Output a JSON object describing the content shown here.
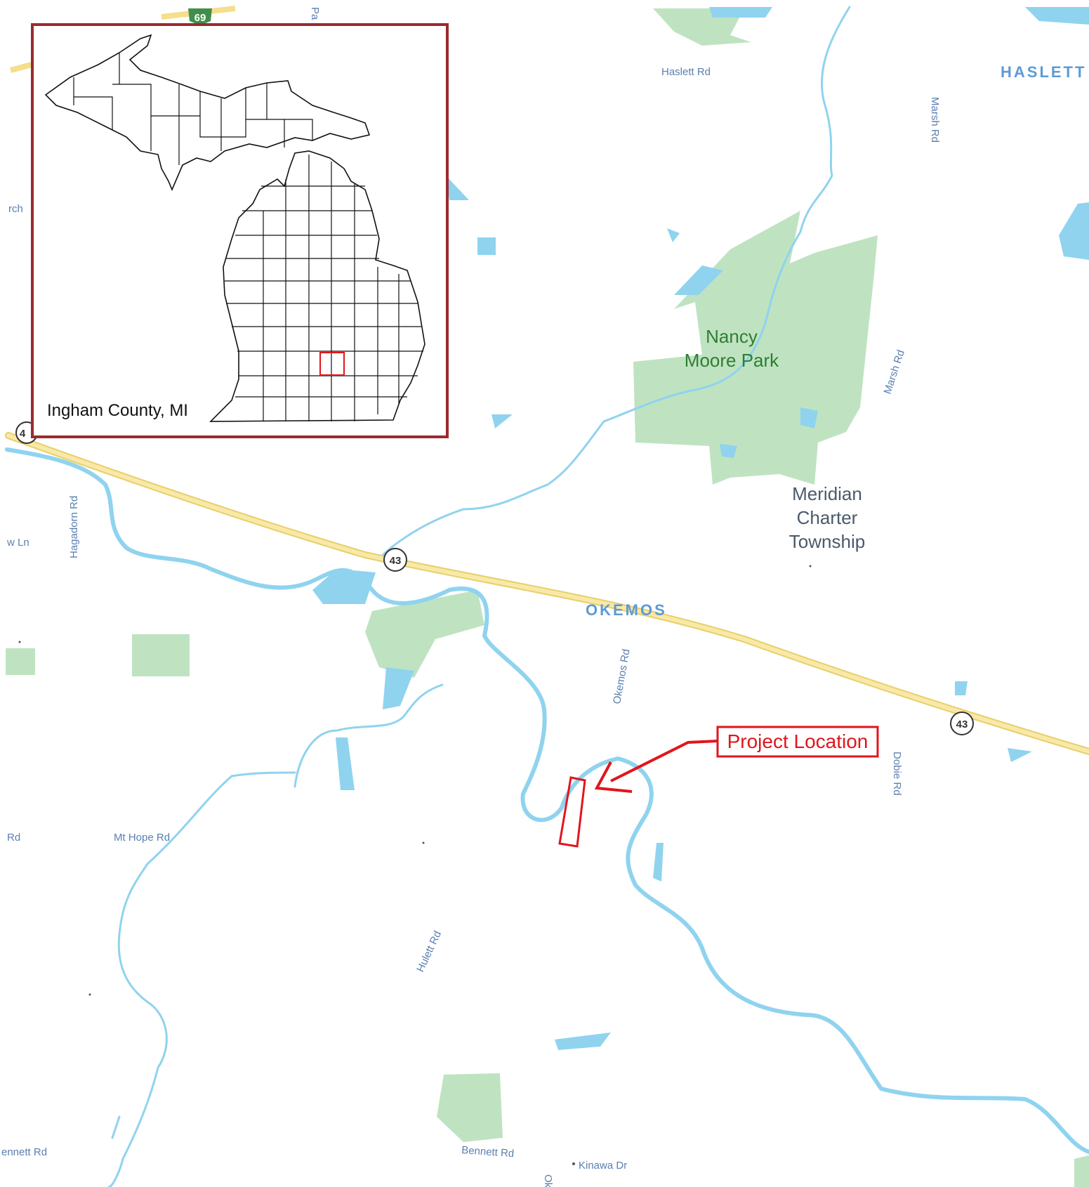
{
  "map": {
    "towns": {
      "haslett": "HASLETT",
      "okemos": "OKEMOS"
    },
    "park": {
      "line1": "Nancy",
      "line2": "Moore Park"
    },
    "township": {
      "line1": "Meridian",
      "line2": "Charter",
      "line3": "Township"
    },
    "roads": {
      "haslett_rd": "Haslett Rd",
      "marsh_rd_top": "Marsh Rd",
      "marsh_rd_mid": "Marsh Rd",
      "hagadorn_rd": "Hagadorn Rd",
      "w_ln": "w Ln",
      "okemos_rd": "Okemos Rd",
      "dobie_rd": "Dobie Rd",
      "mt_hope_rd": "Mt Hope Rd",
      "rd_left": "Rd",
      "hulett_rd": "Hulett Rd",
      "bennett_rd_left": "ennett Rd",
      "bennett_rd": "Bennett Rd",
      "kinawa_dr": "Kinawa Dr",
      "rch": "rch",
      "pa": "Pa",
      "ok": "Ok"
    },
    "shields": {
      "i69": "69",
      "m43_a": "43",
      "m43_b": "43",
      "m43_c": "4"
    },
    "callout": "Project Location"
  },
  "inset": {
    "label": "Ingham County, MI"
  },
  "colors": {
    "water": "#8fd3ef",
    "water_dark": "#5ec3ea",
    "park": "#bfe3c1",
    "highway": "#f3df8c",
    "frame": "#9b2a2f",
    "callout": "#e0161c"
  }
}
